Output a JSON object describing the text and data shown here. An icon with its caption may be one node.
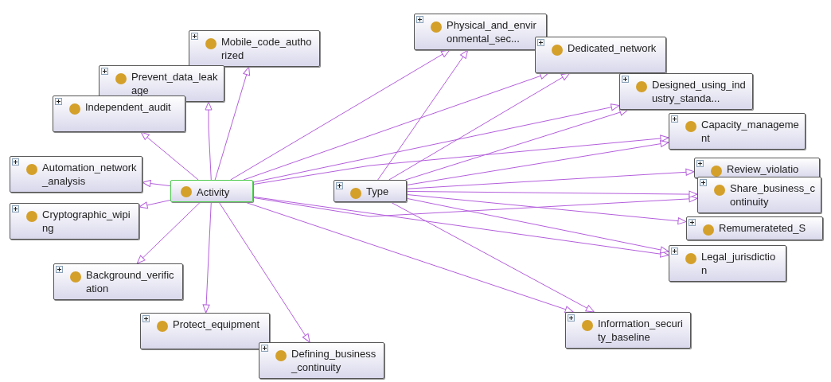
{
  "diagram": {
    "nodes": [
      {
        "text": [
          "Activity"
        ]
      },
      {
        "text": [
          "Type"
        ]
      },
      {
        "text": [
          "Mobile_code_authorized"
        ]
      },
      {
        "text": [
          "Prevent_data_leakage"
        ]
      },
      {
        "text": [
          "Independent_audit"
        ]
      },
      {
        "text": [
          "Automation_network_analysis"
        ]
      },
      {
        "text": [
          "Cryptographic_wiping"
        ]
      },
      {
        "text": [
          "Background_verification"
        ]
      },
      {
        "text": [
          "Protect_equipment"
        ]
      },
      {
        "text": [
          "Defining_business_continuity"
        ]
      },
      {
        "text": [
          "Physical_and_environmental_sec..."
        ]
      },
      {
        "text": [
          "Dedicated_network"
        ]
      },
      {
        "text": [
          "Designed_using_industry_standa..."
        ]
      },
      {
        "text": [
          "Capacity_management"
        ]
      },
      {
        "text": [
          "Review_violatio"
        ]
      },
      {
        "text": [
          "Share_business_continuity"
        ]
      },
      {
        "text": [
          "Remumerateted_S"
        ]
      },
      {
        "text": [
          "Legal_jurisdiction"
        ]
      },
      {
        "text": [
          "Information_security_baseline"
        ]
      }
    ],
    "edges": [
      {
        "from": 0,
        "to": 2,
        "arrow": "to"
      },
      {
        "from": 0,
        "to": 3,
        "arrow": "to"
      },
      {
        "from": 0,
        "to": 4,
        "arrow": "to"
      },
      {
        "from": 0,
        "to": 5,
        "arrow": "to"
      },
      {
        "from": 0,
        "to": 6,
        "arrow": "to"
      },
      {
        "from": 0,
        "to": 7,
        "arrow": "to"
      },
      {
        "from": 0,
        "to": 8,
        "arrow": "to"
      },
      {
        "from": 0,
        "to": 9,
        "arrow": "to"
      },
      {
        "from": 0,
        "to": 10,
        "arrow": "to"
      },
      {
        "from": 0,
        "to": 11,
        "arrow": "to"
      },
      {
        "from": 0,
        "to": 12,
        "arrow": "to"
      },
      {
        "from": 0,
        "to": 13,
        "arrow": "to"
      },
      {
        "from": 0,
        "to": 15,
        "arrow": "to"
      },
      {
        "from": 0,
        "to": 17,
        "arrow": "to"
      },
      {
        "from": 0,
        "to": 18,
        "arrow": "to"
      },
      {
        "from": 1,
        "to": 10,
        "arrow": "to"
      },
      {
        "from": 1,
        "to": 11,
        "arrow": "to"
      },
      {
        "from": 1,
        "to": 12,
        "arrow": "to"
      },
      {
        "from": 1,
        "to": 13,
        "arrow": "to"
      },
      {
        "from": 1,
        "to": 14,
        "arrow": "to"
      },
      {
        "from": 1,
        "to": 15,
        "arrow": "to"
      },
      {
        "from": 1,
        "to": 16,
        "arrow": "to"
      },
      {
        "from": 1,
        "to": 17,
        "arrow": "to"
      },
      {
        "from": 1,
        "to": 18,
        "arrow": "to"
      }
    ]
  }
}
